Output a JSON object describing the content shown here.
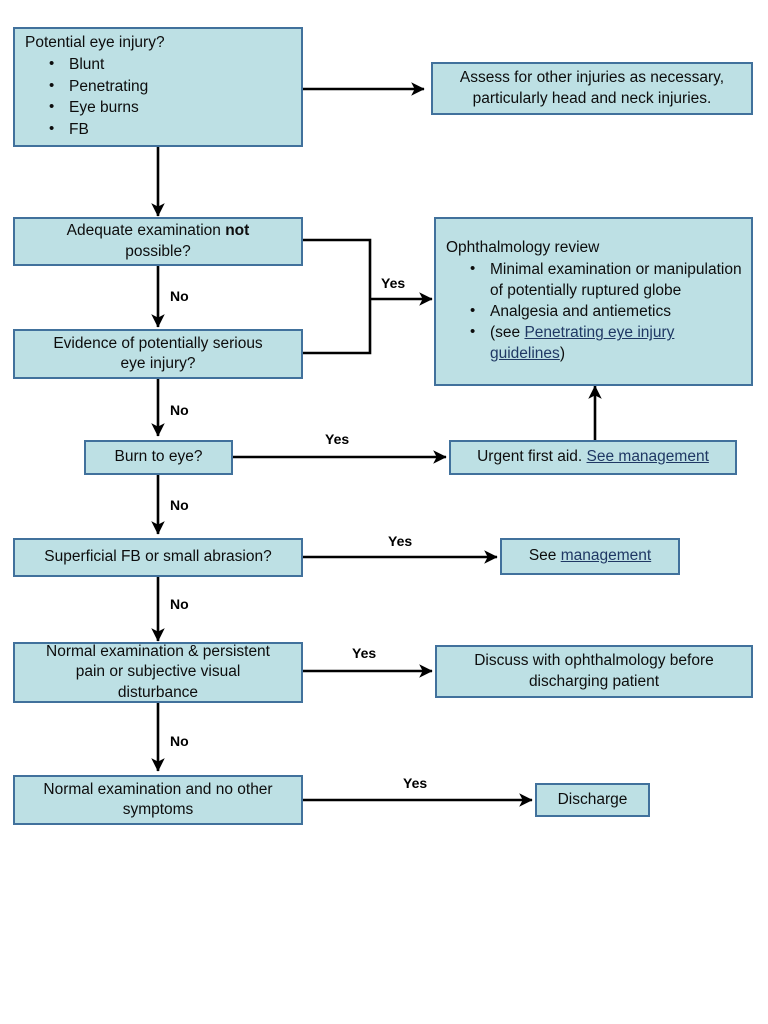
{
  "diagram": {
    "title": "Eye injury assessment flowchart",
    "colors": {
      "box_fill": "#bde0e4",
      "box_border": "#41719c",
      "link": "#1f3864",
      "connector": "#000000",
      "background": "#ffffff"
    },
    "nodes": {
      "potential_eye_injury": {
        "heading": "Potential eye injury?",
        "bullets": [
          "Blunt",
          "Penetrating",
          "Eye burns",
          "FB"
        ]
      },
      "assess_other_injuries": {
        "line1": "Assess for other injuries as necessary,",
        "line2": "particularly head and neck injuries."
      },
      "adequate_exam": {
        "part1": "Adequate examination ",
        "bold": "not",
        "part2": "possible?"
      },
      "evidence_serious": {
        "line1": "Evidence of potentially serious",
        "line2": "eye injury?"
      },
      "ophthalmology_review": {
        "heading": "Ophthalmology review",
        "bullet1": "Minimal examination or manipulation of potentially ruptured globe",
        "bullet2": "Analgesia and antiemetics",
        "bullet3_prefix": "(see ",
        "bullet3_link": "Penetrating eye injury guidelines",
        "bullet3_suffix": ")"
      },
      "burn_to_eye": {
        "label": "Burn to eye?"
      },
      "urgent_first_aid": {
        "prefix": "Urgent first aid. ",
        "link": "See management"
      },
      "superficial_fb": {
        "label": "Superficial FB or small abrasion?"
      },
      "see_management": {
        "prefix": "See ",
        "link": "management"
      },
      "normal_exam_persistent": {
        "line1": "Normal examination & persistent",
        "line2": "pain or subjective visual",
        "line3": "disturbance"
      },
      "discuss_ophthalmology": {
        "line1": "Discuss with ophthalmology before",
        "line2": "discharging patient"
      },
      "normal_exam_no_symptoms": {
        "line1": "Normal examination and no other",
        "line2": "symptoms"
      },
      "discharge": {
        "label": "Discharge"
      }
    },
    "edge_labels": {
      "yes_merge": "Yes",
      "no_adequate": "No",
      "no_evidence": "No",
      "yes_burn": "Yes",
      "no_burn": "No",
      "yes_fb": "Yes",
      "no_fb": "No",
      "yes_persistent": "Yes",
      "no_persistent": "No",
      "yes_no_symptoms": "Yes"
    }
  }
}
